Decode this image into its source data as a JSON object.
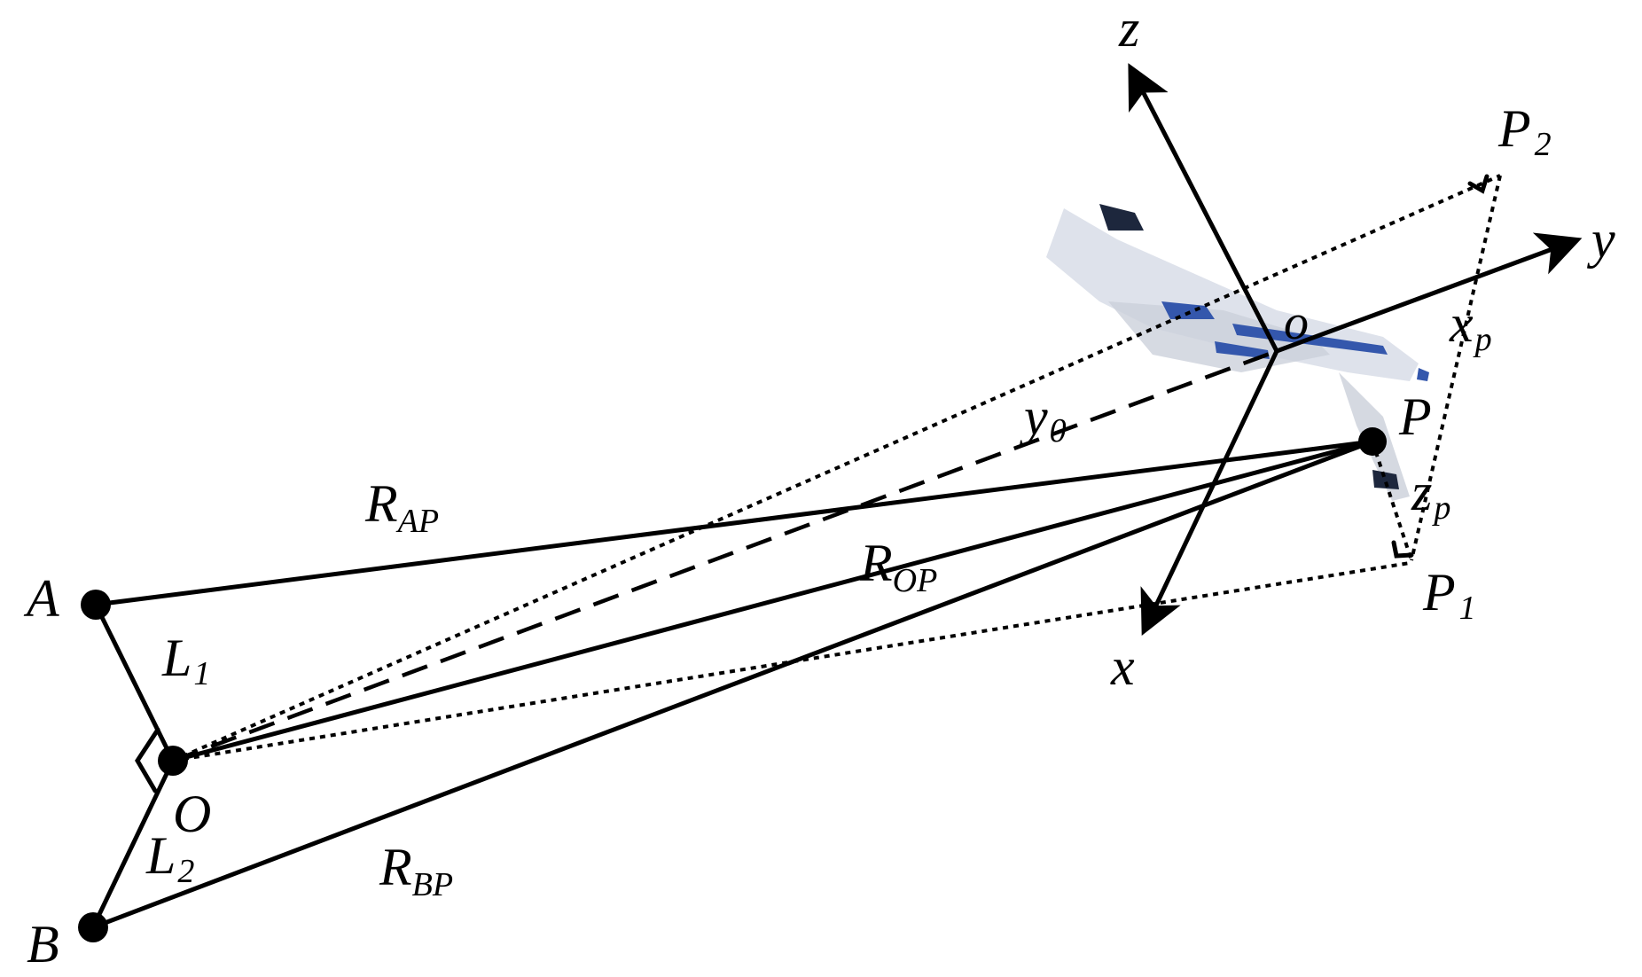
{
  "labels": {
    "A": "A",
    "B": "B",
    "O": "O",
    "P": "P",
    "P1": "P",
    "P1_sub": "1",
    "P2": "P",
    "P2_sub": "2",
    "origin": "o",
    "x_axis": "x",
    "y_axis": "y",
    "z_axis": "z",
    "L1": "L",
    "L1_sub": "1",
    "L2": "L",
    "L2_sub": "2",
    "RAP": "R",
    "RAP_sub": "AP",
    "ROP": "R",
    "ROP_sub": "OP",
    "RBP": "R",
    "RBP_sub": "BP",
    "y0": "y",
    "y0_sub": "0",
    "xp": "x",
    "xp_sub": "p",
    "zp": "z",
    "zp_sub": "p"
  },
  "colors": {
    "line": "#000000",
    "aircraft_body": "#d7dbe6",
    "aircraft_accent": "#2a4fa8"
  },
  "icons": {
    "aircraft": "airplane-icon"
  }
}
